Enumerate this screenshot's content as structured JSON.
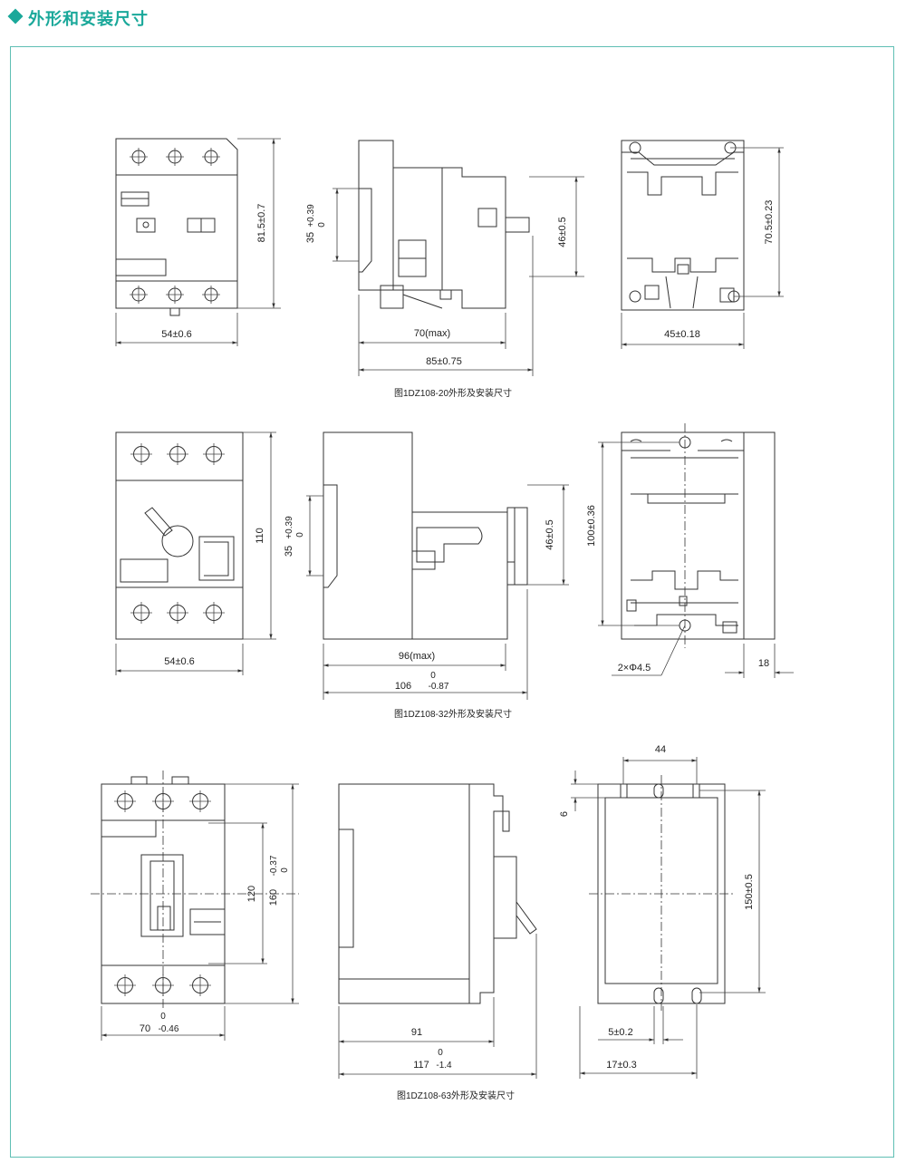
{
  "header": {
    "title": "外形和安装尺寸"
  },
  "figures": [
    {
      "caption": "图1DZ108-20外形及安装尺寸",
      "dims": {
        "front_width": "54±0.6",
        "front_height": "81.5±0.7",
        "side_rail_top": "35",
        "side_rail_upper": "+0.39",
        "side_rail_lower": "0",
        "side_46": "46±0.5",
        "side_70": "70(max)",
        "side_85": "85±0.75",
        "back_height": "70.5±0.23",
        "back_width": "45±0.18"
      }
    },
    {
      "caption": "图1DZ108-32外形及安装尺寸",
      "dims": {
        "front_width": "54±0.6",
        "front_height": "110",
        "side_rail_top": "35",
        "side_rail_upper": "+0.39",
        "side_rail_lower": "0",
        "side_46": "46±0.5",
        "side_96": "96(max)",
        "side_106_main": "106",
        "side_106_upper": "0",
        "side_106_lower": "-0.87",
        "back_height": "100±0.36",
        "back_hole": "2×Φ4.5",
        "back_18": "18"
      }
    },
    {
      "caption": "图1DZ108-63外形及安装尺寸",
      "dims": {
        "front_120": "120",
        "front_160_main": "160",
        "front_160_upper": "-0.37",
        "front_160_lower": "0",
        "front_70_main": "70",
        "front_70_upper": "0",
        "front_70_lower": "-0.46",
        "side_91": "91",
        "side_117_main": "117",
        "side_117_upper": "0",
        "side_117_lower": "-1.4",
        "back_44": "44",
        "back_6": "6",
        "back_150": "150±0.5",
        "back_5": "5±0.2",
        "back_17": "17±0.3"
      }
    }
  ]
}
